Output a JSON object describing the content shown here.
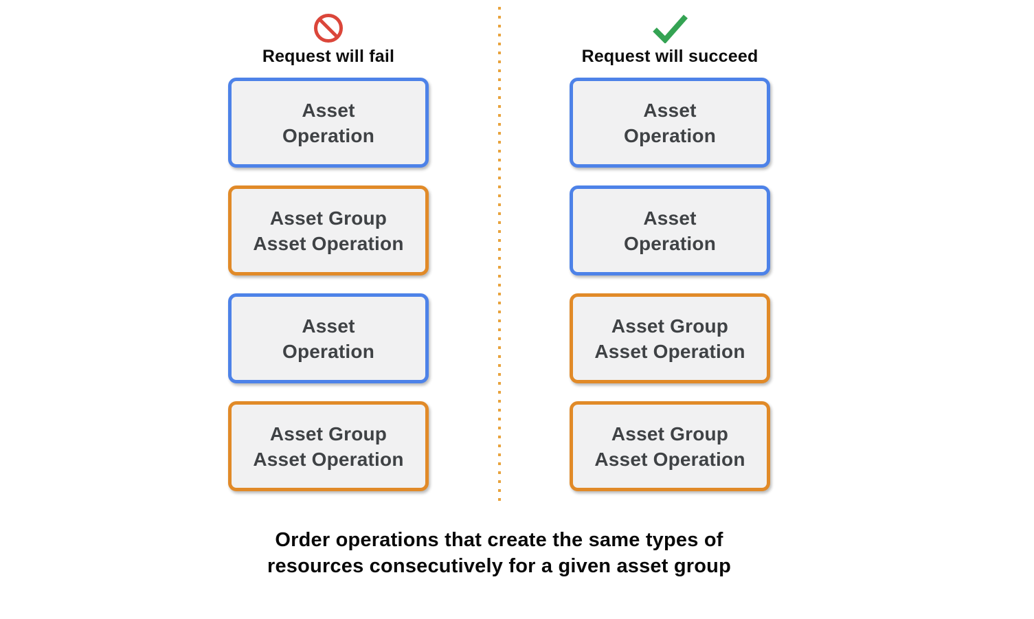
{
  "colors": {
    "blue": "#4d82e8",
    "orange": "#e18a28",
    "divider": "#e8a33d",
    "box-bg": "#f1f1f2",
    "box-text": "#3f4245",
    "fail-red": "#db463a",
    "success-green": "#34a353"
  },
  "fail_column": {
    "title": "Request will fail",
    "icon": "prohibition-icon",
    "boxes": [
      {
        "variant": "blue",
        "line1": "Asset",
        "line2": "Operation"
      },
      {
        "variant": "orange",
        "line1": "Asset Group",
        "line2": "Asset Operation"
      },
      {
        "variant": "blue",
        "line1": "Asset",
        "line2": "Operation"
      },
      {
        "variant": "orange",
        "line1": "Asset Group",
        "line2": "Asset Operation"
      }
    ]
  },
  "success_column": {
    "title": "Request will succeed",
    "icon": "checkmark-icon",
    "boxes": [
      {
        "variant": "blue",
        "line1": "Asset",
        "line2": "Operation"
      },
      {
        "variant": "blue",
        "line1": "Asset",
        "line2": "Operation"
      },
      {
        "variant": "orange",
        "line1": "Asset Group",
        "line2": "Asset Operation"
      },
      {
        "variant": "orange",
        "line1": "Asset Group",
        "line2": "Asset Operation"
      }
    ]
  },
  "caption": {
    "line1": "Order operations that create the same types of",
    "line2": "resources consecutively for a given asset group"
  }
}
